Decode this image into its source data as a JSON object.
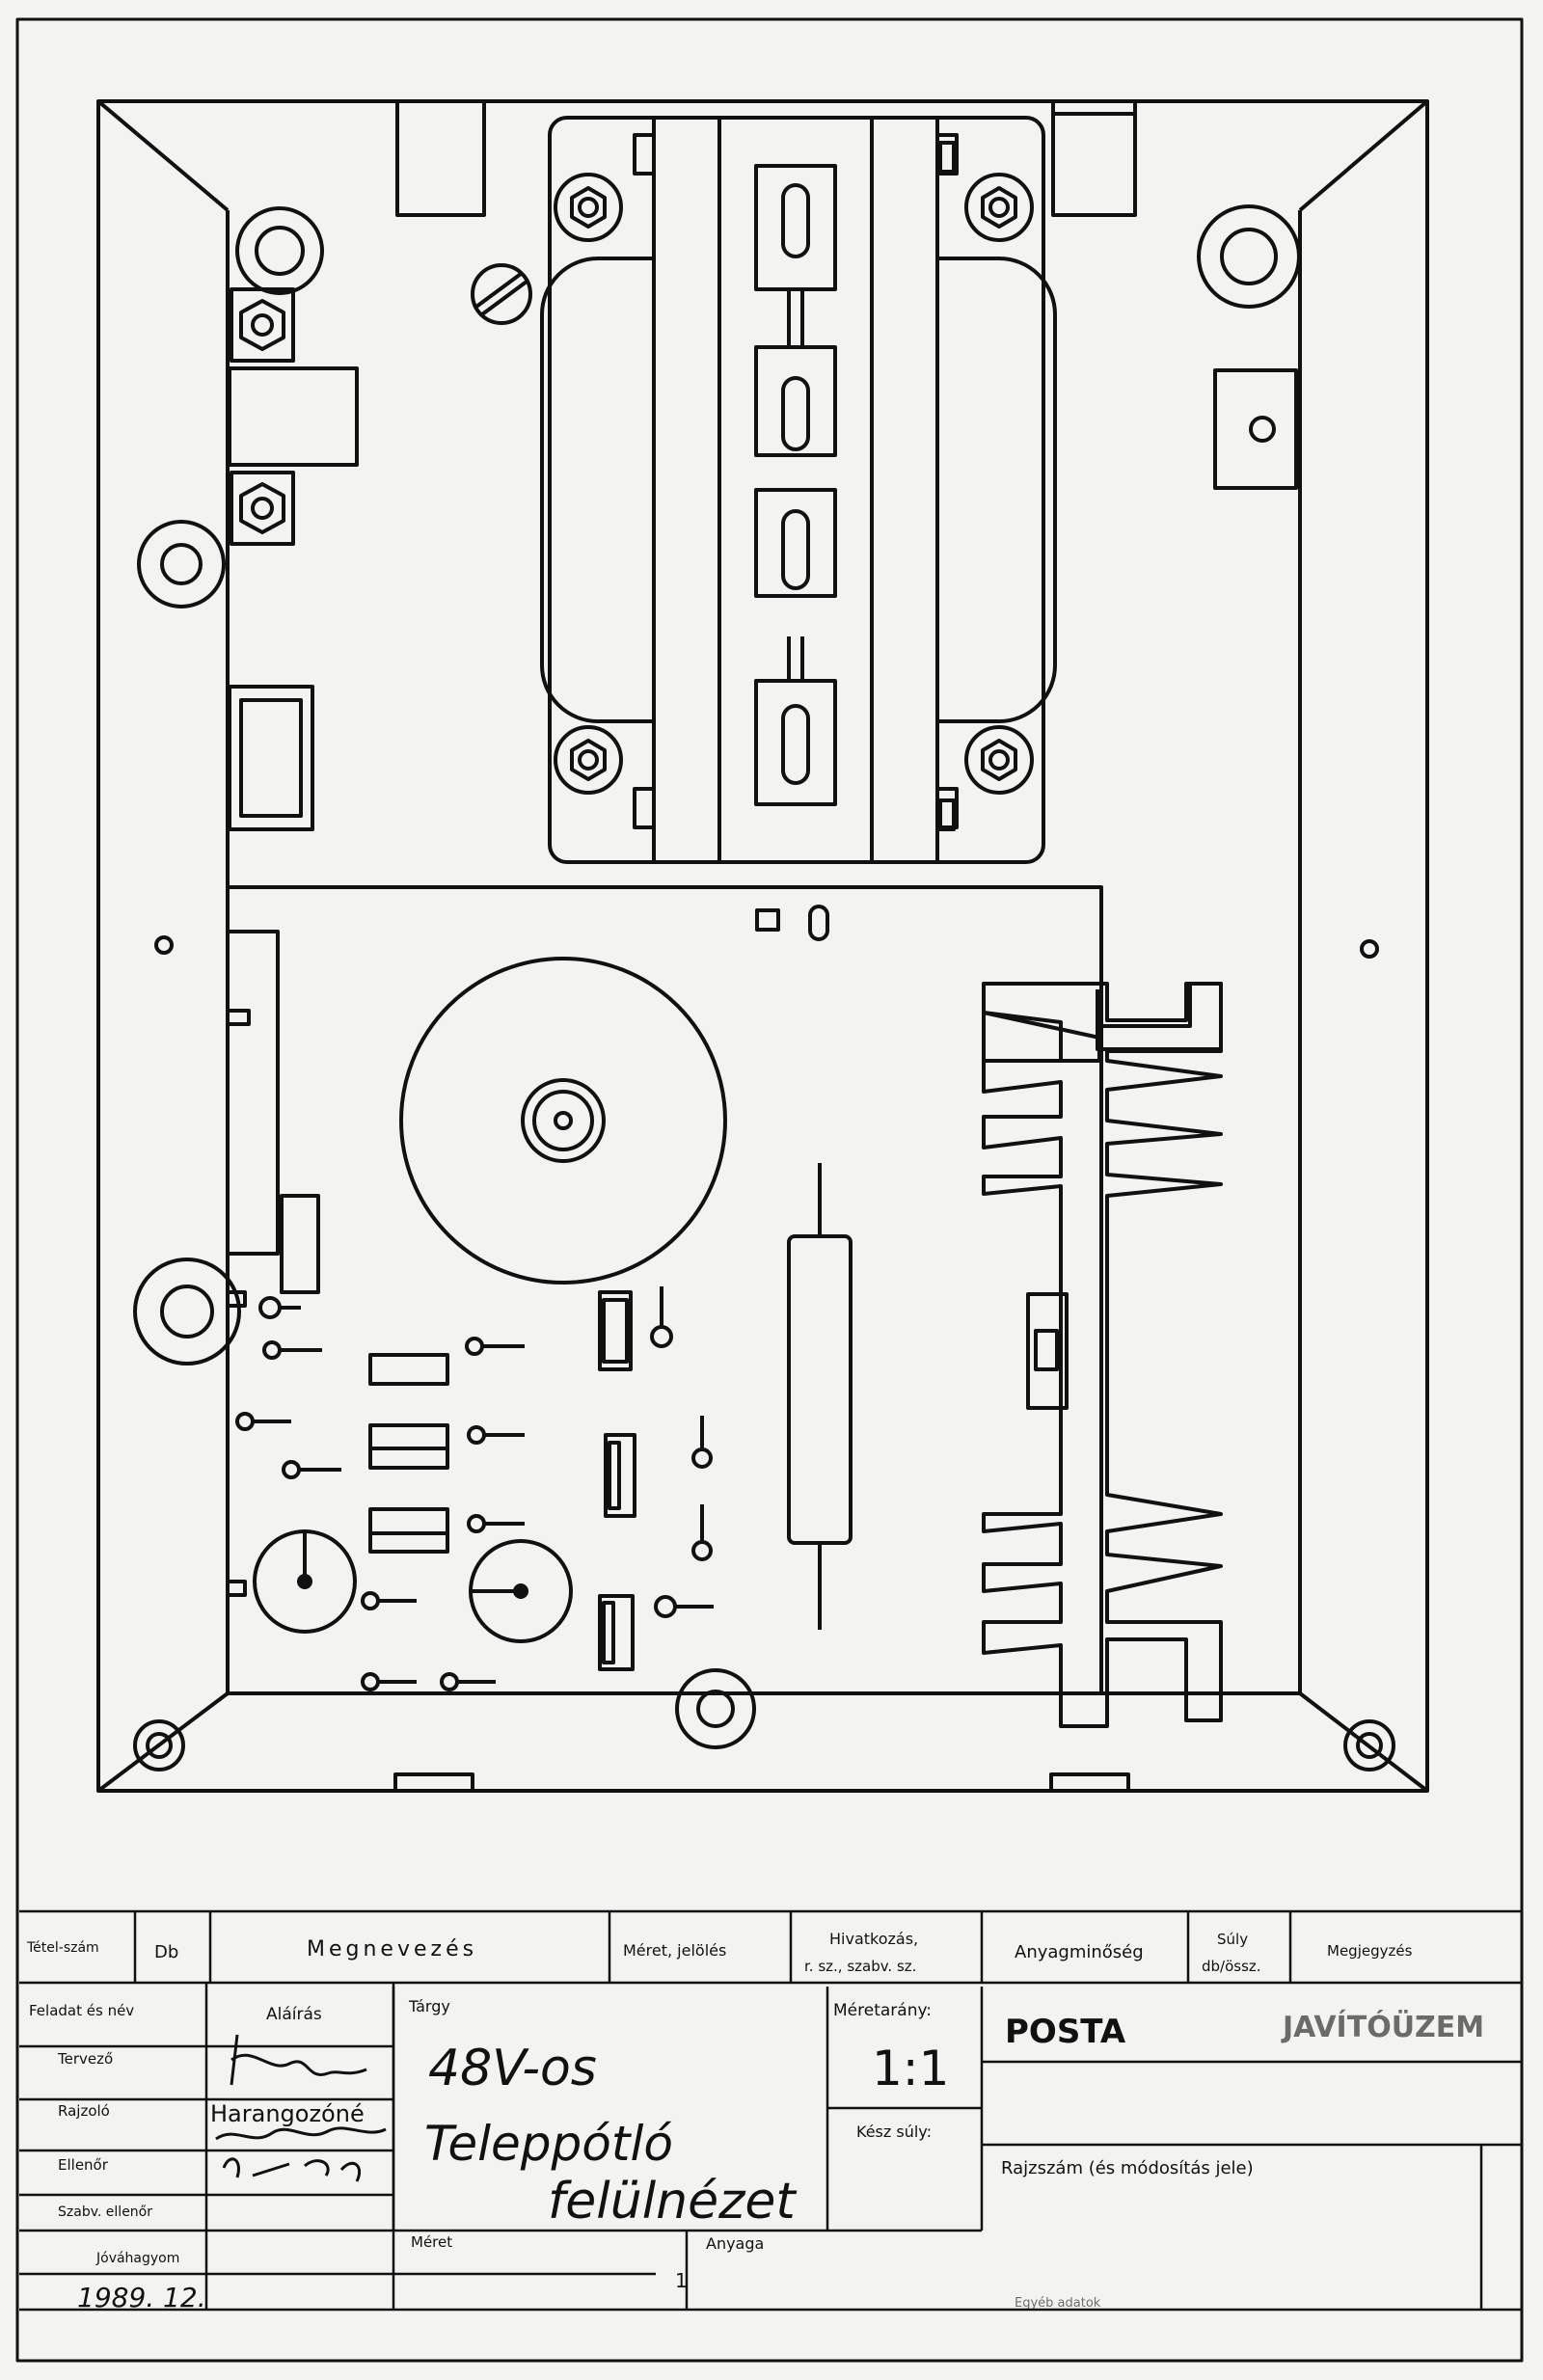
{
  "title_block": {
    "header": {
      "item_no": "Tétel-szám",
      "qty": "Db",
      "name": "Megnevezés",
      "dimension": "Méret, jelölés",
      "reference_line1": "Hivatkozás,",
      "reference_line2": "r. sz., szabv. sz.",
      "material_quality": "Anyagminőség",
      "weight_line1": "Súly",
      "weight_line2": "db/össz.",
      "note": "Megjegyzés"
    },
    "roles": {
      "header_role": "Feladat és név",
      "header_signature": "Aláírás",
      "designer": "Tervező",
      "drafter": "Rajzoló",
      "checker": "Ellenőr",
      "standards_checker": "Szabv. ellenőr",
      "approved": "Jóváhagyom"
    },
    "names": {
      "drafter": "Harangozóné"
    },
    "subject_label": "Tárgy",
    "subject_line1": "48V-os",
    "subject_line2": "Teleppótló",
    "subject_line3": "felülnézet",
    "scale_label": "Méretarány:",
    "scale_value": "1:1",
    "finished_weight_label": "Kész súly:",
    "size_label": "Méret",
    "material_label": "Anyaga",
    "material_count": "1",
    "date": "1989. 12.",
    "company_line1": "POSTA",
    "company_line2": "JAVÍTÓÜZEM",
    "drawing_no_label": "Rajzszám (és módosítás jele)",
    "bottom_note": "Egyéb adatok"
  }
}
